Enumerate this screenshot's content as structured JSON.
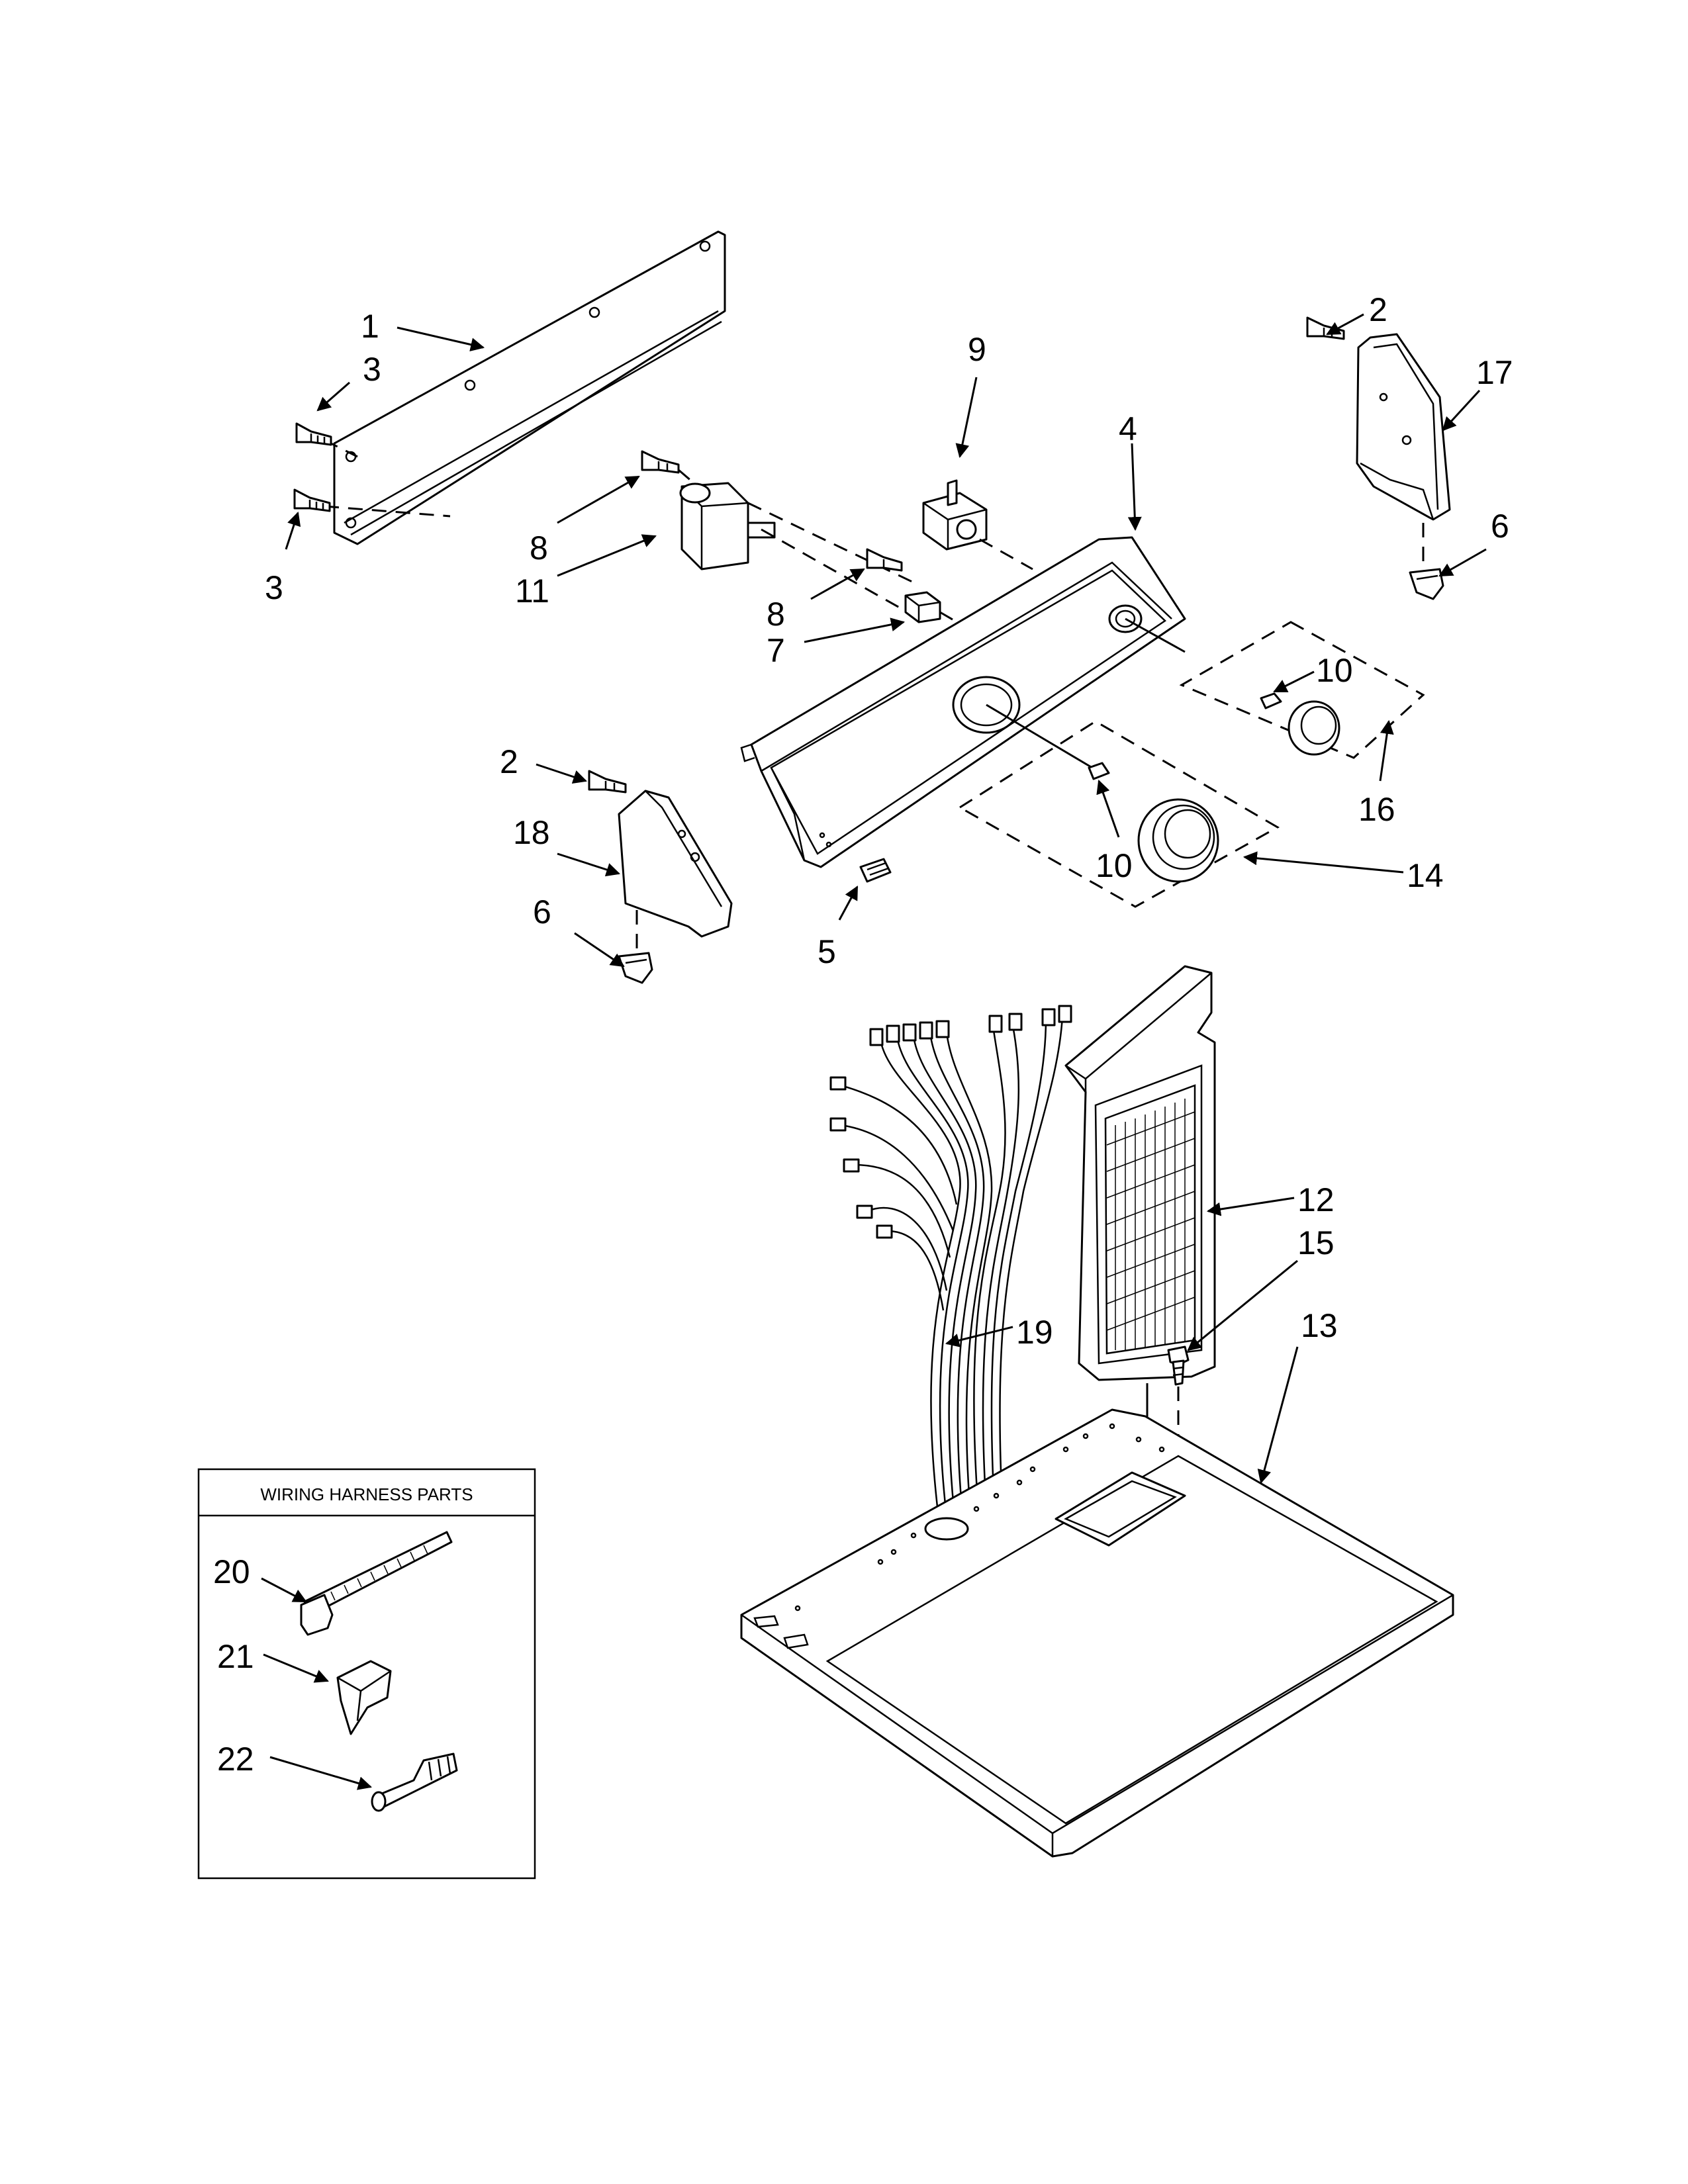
{
  "callouts": [
    {
      "id": "c1",
      "label": "1"
    },
    {
      "id": "c3a",
      "label": "3"
    },
    {
      "id": "c3b",
      "label": "3"
    },
    {
      "id": "c8a",
      "label": "8"
    },
    {
      "id": "c11",
      "label": "11"
    },
    {
      "id": "c9",
      "label": "9"
    },
    {
      "id": "c4",
      "label": "4"
    },
    {
      "id": "c8b",
      "label": "8"
    },
    {
      "id": "c7",
      "label": "7"
    },
    {
      "id": "c2a",
      "label": "2"
    },
    {
      "id": "c17",
      "label": "17"
    },
    {
      "id": "c6a",
      "label": "6"
    },
    {
      "id": "c10a",
      "label": "10"
    },
    {
      "id": "c16",
      "label": "16"
    },
    {
      "id": "c2b",
      "label": "2"
    },
    {
      "id": "c18",
      "label": "18"
    },
    {
      "id": "c6b",
      "label": "6"
    },
    {
      "id": "c10b",
      "label": "10"
    },
    {
      "id": "c14",
      "label": "14"
    },
    {
      "id": "c5",
      "label": "5"
    },
    {
      "id": "c12",
      "label": "12"
    },
    {
      "id": "c15",
      "label": "15"
    },
    {
      "id": "c19",
      "label": "19"
    },
    {
      "id": "c13",
      "label": "13"
    },
    {
      "id": "c20",
      "label": "20"
    },
    {
      "id": "c21",
      "label": "21"
    },
    {
      "id": "c22",
      "label": "22"
    }
  ],
  "inset": {
    "title": "WIRING HARNESS PARTS"
  }
}
